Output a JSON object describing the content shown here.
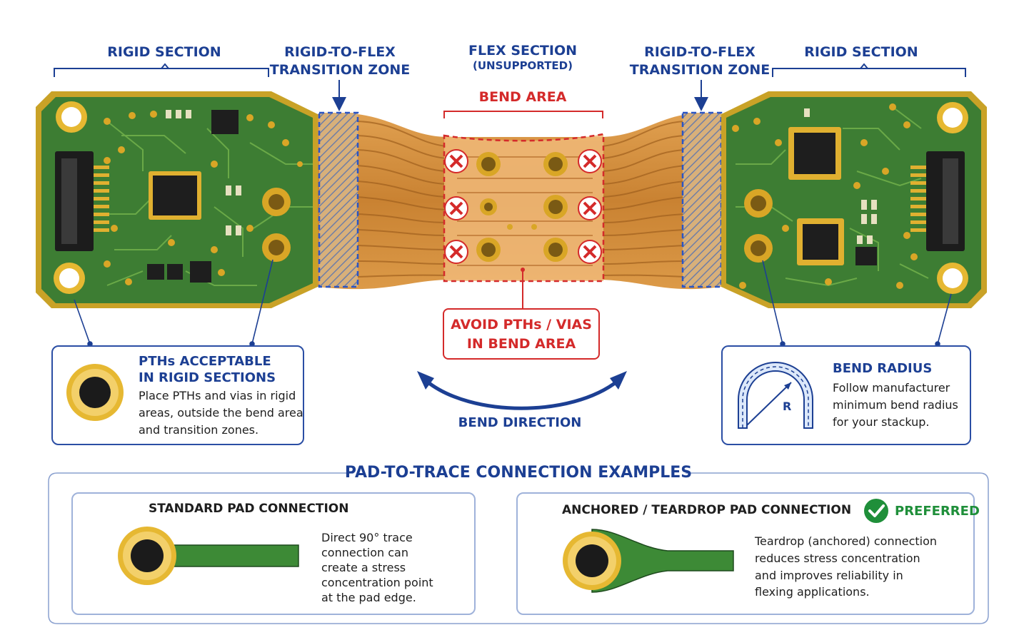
{
  "sections": {
    "rigid_left": "RIGID SECTION",
    "transition_left": [
      "RIGID-TO-FLEX",
      "TRANSITION ZONE"
    ],
    "flex_title": "FLEX SECTION",
    "flex_sub": "(UNSUPPORTED)",
    "transition_right": [
      "RIGID-TO-FLEX",
      "TRANSITION ZONE"
    ],
    "rigid_right": "RIGID SECTION"
  },
  "bend_area": {
    "label": "BEND AREA",
    "warning": [
      "AVOID PTHs / VIAS",
      "IN BEND AREA"
    ]
  },
  "bend_direction": "BEND DIRECTION",
  "pth_note": {
    "title": [
      "PTHs ACCEPTABLE",
      "IN RIGID SECTIONS"
    ],
    "body": [
      "Place PTHs and vias in rigid",
      "areas, outside the bend area",
      "and transition zones."
    ]
  },
  "bend_radius": {
    "title": "BEND RADIUS",
    "symbol": "R",
    "body": [
      "Follow manufacturer",
      "minimum bend radius",
      "for your stackup."
    ]
  },
  "examples": {
    "title": "PAD-TO-TRACE CONNECTION EXAMPLES",
    "standard": {
      "title": "STANDARD PAD CONNECTION",
      "body": [
        "Direct 90° trace",
        "connection can",
        "create a stress",
        "concentration point",
        "at the pad edge."
      ]
    },
    "anchored": {
      "title": "ANCHORED / TEARDROP PAD CONNECTION",
      "badge": "PREFERRED",
      "body": [
        "Teardrop (anchored) connection",
        "reduces stress concentration",
        "and improves reliability in",
        "flexing applications."
      ]
    }
  },
  "colors": {
    "navy": "#1c3f93",
    "red": "#d42a2a",
    "pcb_green": "#3d7d33",
    "gold": "#d9a626",
    "flex_copper": "#cf8a3a",
    "preferred_green": "#1f8f3a"
  },
  "icons": [
    "mounting-hole-icon",
    "connector-icon",
    "chip-icon",
    "x-mark-icon",
    "check-circle-icon",
    "bend-arrow-icon"
  ]
}
